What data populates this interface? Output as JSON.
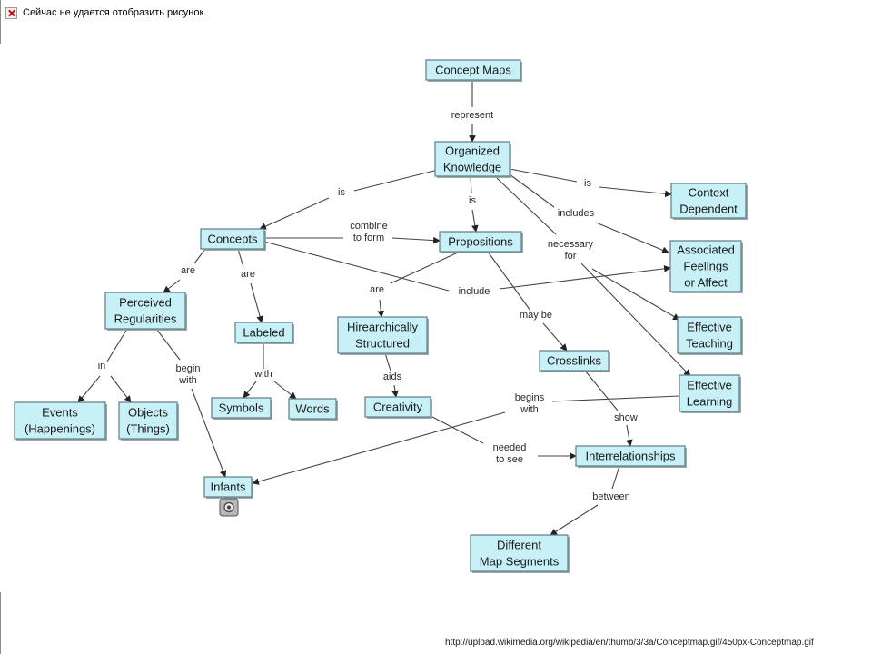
{
  "window": {
    "broken_image_text": "Сейчас не удается отобразить рисунок."
  },
  "source_url": "http://upload.wikimedia.org/wikipedia/en/thumb/3/3a/Conceptmap.gif/450px-Conceptmap.gif",
  "diagram": {
    "nodes": [
      {
        "id": "concept-maps",
        "lines": [
          "Concept Maps"
        ]
      },
      {
        "id": "organized-knowledge",
        "lines": [
          "Organized",
          "Knowledge"
        ]
      },
      {
        "id": "context-dependent",
        "lines": [
          "Context",
          "Dependent"
        ]
      },
      {
        "id": "concepts",
        "lines": [
          "Concepts"
        ]
      },
      {
        "id": "propositions",
        "lines": [
          "Propositions"
        ]
      },
      {
        "id": "associated-feelings",
        "lines": [
          "Associated",
          "Feelings",
          "or Affect"
        ]
      },
      {
        "id": "perceived-regularities",
        "lines": [
          "Perceived",
          "Regularities"
        ]
      },
      {
        "id": "labeled",
        "lines": [
          "Labeled"
        ]
      },
      {
        "id": "hierarchically-structured",
        "lines": [
          "Hirearchically",
          "Structured"
        ]
      },
      {
        "id": "effective-teaching",
        "lines": [
          "Effective",
          "Teaching"
        ]
      },
      {
        "id": "crosslinks",
        "lines": [
          "Crosslinks"
        ]
      },
      {
        "id": "effective-learning",
        "lines": [
          "Effective",
          "Learning"
        ]
      },
      {
        "id": "events",
        "lines": [
          "Events",
          "(Happenings)"
        ]
      },
      {
        "id": "objects",
        "lines": [
          "Objects",
          "(Things)"
        ]
      },
      {
        "id": "symbols",
        "lines": [
          "Symbols"
        ]
      },
      {
        "id": "words",
        "lines": [
          "Words"
        ]
      },
      {
        "id": "creativity",
        "lines": [
          "Creativity"
        ]
      },
      {
        "id": "interrelationships",
        "lines": [
          "Interrelationships"
        ]
      },
      {
        "id": "infants",
        "lines": [
          "Infants"
        ]
      },
      {
        "id": "different-map-segments",
        "lines": [
          "Different",
          "Map Segments"
        ]
      }
    ],
    "link_labels": [
      {
        "id": "represent",
        "lines": [
          "represent"
        ]
      },
      {
        "id": "is-ok-concepts",
        "lines": [
          "is"
        ]
      },
      {
        "id": "is-ok-propositions",
        "lines": [
          "is"
        ]
      },
      {
        "id": "is-ok-context",
        "lines": [
          "is"
        ]
      },
      {
        "id": "includes",
        "lines": [
          "includes"
        ]
      },
      {
        "id": "necessary-for",
        "lines": [
          "necessary",
          "for"
        ]
      },
      {
        "id": "combine-to-form",
        "lines": [
          "combine",
          "to form"
        ]
      },
      {
        "id": "include",
        "lines": [
          "include"
        ]
      },
      {
        "id": "are-perceived",
        "lines": [
          "are"
        ]
      },
      {
        "id": "are-labeled",
        "lines": [
          "are"
        ]
      },
      {
        "id": "are-hierarchical",
        "lines": [
          "are"
        ]
      },
      {
        "id": "may-be",
        "lines": [
          "may be"
        ]
      },
      {
        "id": "in",
        "lines": [
          "in"
        ]
      },
      {
        "id": "begin-with",
        "lines": [
          "begin",
          "with"
        ]
      },
      {
        "id": "with",
        "lines": [
          "with"
        ]
      },
      {
        "id": "aids",
        "lines": [
          "aids"
        ]
      },
      {
        "id": "begins-with",
        "lines": [
          "begins",
          "with"
        ]
      },
      {
        "id": "show",
        "lines": [
          "show"
        ]
      },
      {
        "id": "needed-to-see",
        "lines": [
          "needed",
          "to see"
        ]
      },
      {
        "id": "between",
        "lines": [
          "between"
        ]
      }
    ]
  }
}
